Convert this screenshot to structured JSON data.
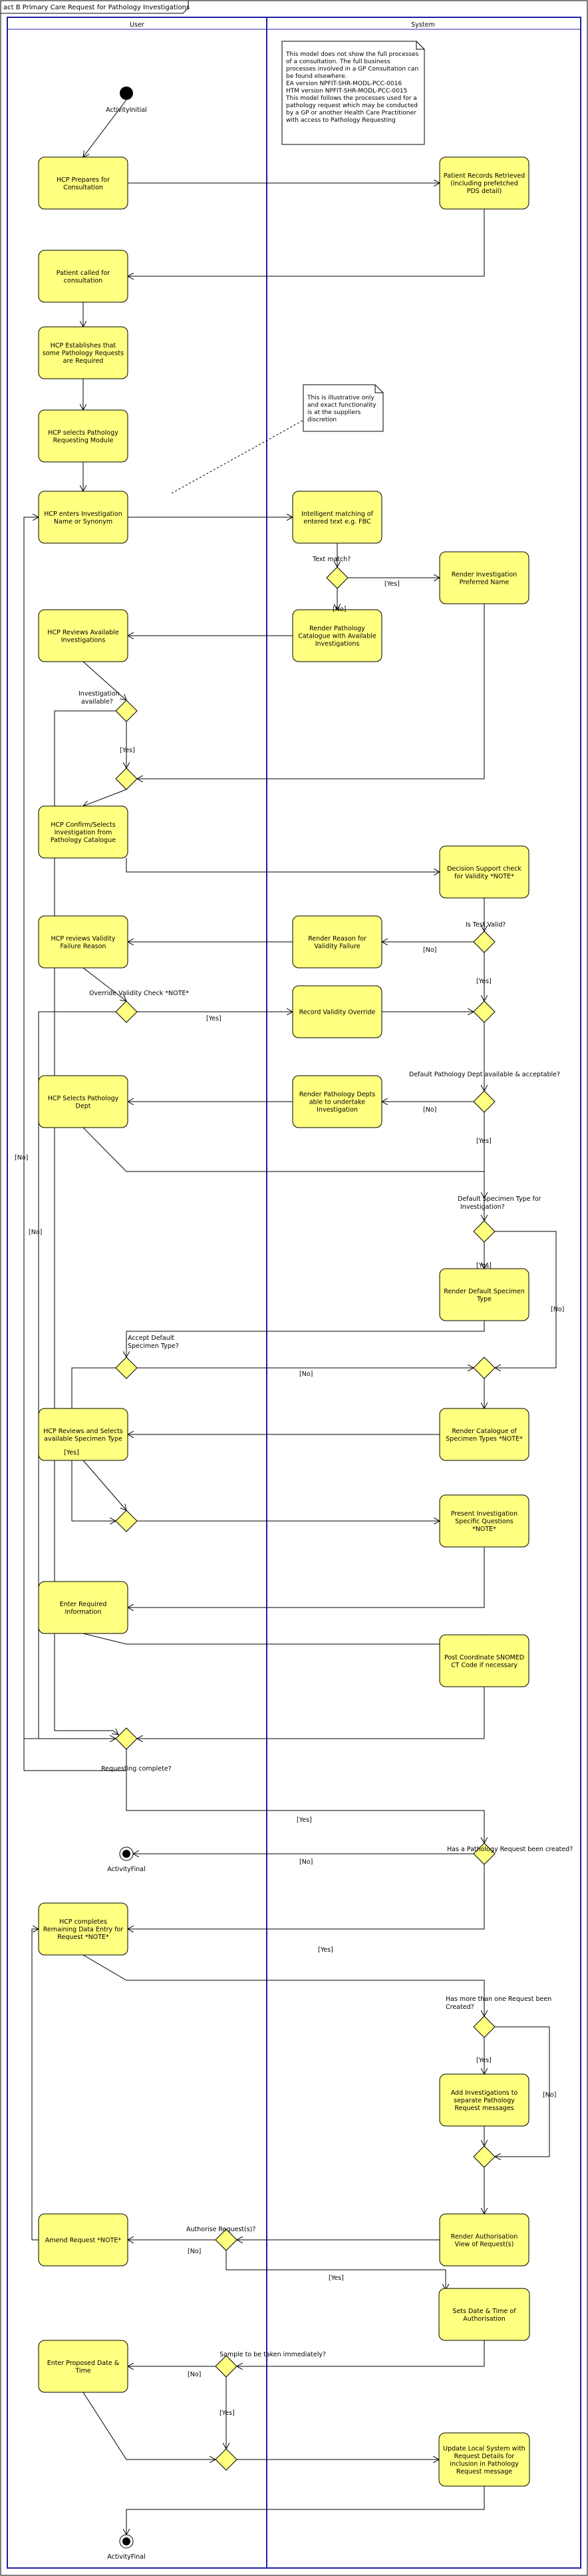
{
  "diagram": {
    "title": "act B Primary Care Request for Pathology Investigations",
    "swimlanes": [
      "User",
      "System"
    ],
    "activities": {
      "a1": [
        "HCP Prepares for",
        "Consultation"
      ],
      "a2": [
        "Patient Records Retrieved",
        "(including prefetched",
        "PDS detail)"
      ],
      "a3": [
        "Patient called for",
        "consultation"
      ],
      "a4": [
        "HCP Establishes that",
        "some Pathology Requests",
        "are Required"
      ],
      "a5": [
        "HCP selects Pathology",
        "Requesting Module"
      ],
      "a6": [
        "HCP enters Investigation",
        "Name or Synonym"
      ],
      "a7": [
        "Intelligent matching of",
        "entered text e.g. FBC"
      ],
      "a8": [
        "Render Investigation",
        "Preferred Name"
      ],
      "a9": [
        "HCP Reviews Available",
        "Investigations"
      ],
      "a10": [
        "Render Pathology",
        "Catalogue with Available",
        "Investigations"
      ],
      "a11": [
        "HCP Confirm/Selects",
        "Investigation from",
        "Pathology Catalogue"
      ],
      "a12": [
        "Decision Support check",
        "for Validity *NOTE*"
      ],
      "a13": [
        "HCP reviews Validity",
        "Failure Reason"
      ],
      "a14": [
        "Render Reason for",
        "Validity Failure"
      ],
      "a15": [
        "Record Validity Override"
      ],
      "a16": [
        "HCP Selects Pathology",
        "Dept"
      ],
      "a17": [
        "Render Pathology Depts",
        "able to undertake",
        "Investigation"
      ],
      "a18": [
        "Render Default Specimen",
        "Type"
      ],
      "a19": [
        "HCP Reviews and Selects",
        "available Specimen Type"
      ],
      "a20": [
        "Render Catalogue of",
        "Specimen Types *NOTE*"
      ],
      "a21": [
        "Present Investigation",
        "Specific Questions",
        "*NOTE*"
      ],
      "a22": [
        "Enter Required",
        "Information"
      ],
      "a23": [
        "Post Coordinate SNOMED",
        "CT Code if necessary"
      ],
      "a24": [
        "HCP completes",
        "Remaining Data Entry for",
        "Request *NOTE*"
      ],
      "a25": [
        "Add Investigations to",
        "separate Pathology",
        "Request messages"
      ],
      "a26": [
        "Render Authorisation",
        "View of Request(s)"
      ],
      "a27": [
        "Amend Request *NOTE*"
      ],
      "a28": [
        "Sets Date & Time of",
        "Authorisation"
      ],
      "a29": [
        "Enter Proposed Date &",
        "Time"
      ],
      "a30": [
        "Update Local System with",
        "Request Details for",
        "inclusion in Pathology",
        "Request message"
      ]
    },
    "notes": {
      "n1": [
        "This model does not show the full processes",
        "of a consultation.  The full business",
        "processes involved in a GP Consultation can",
        "be found elsewhere.",
        "EA version NPFIT-SHR-MODL-PCC-0016",
        "HTM version NPFIT-SHR-MODL-PCC-0015",
        "This model  follows the processes used for a",
        "pathology request which may be conducted",
        "by a GP or another Health Care Practitioner",
        "with access to Pathology Requesting"
      ],
      "n2": [
        "This is illustrative only",
        "and exact functionality",
        "is at the suppliers",
        "discretion"
      ]
    },
    "labels": {
      "initial": "ActivityInitial",
      "final1": "ActivityFinal",
      "final2": "ActivityFinal",
      "text_match": "Text match?",
      "yes_match": "[Yes]",
      "no_match": "[No]",
      "inv_available": "Investigation",
      "inv_available2": "available?",
      "yes_avail": "[Yes]",
      "no_avail": "[No]",
      "is_test_valid": "Is Test Valid?",
      "no_valid": "[No]",
      "yes_valid": "[Yes]",
      "override": "Override Validity Check *NOTE*",
      "yes_override": "[Yes]",
      "no_override": "[No]",
      "default_dept": "Default Pathology Dept available & acceptable?",
      "no_dept": "[No]",
      "yes_dept": "[Yes]",
      "default_spec": "Default Specimen Type for",
      "default_spec2": "Investigation?",
      "yes_spec": "[Yes]",
      "no_spec": "[No]",
      "accept_spec": "Accept Default",
      "accept_spec2": "Specimen Type?",
      "no_accept": "[No]",
      "yes_accept": "[Yes]",
      "req_complete": "Requesting complete?",
      "yes_complete": "[Yes]",
      "no_complete": "[No]",
      "has_request": "Has a Pathology Request been created?",
      "no_request": "[No]",
      "yes_request": "[Yes]",
      "more_than_one": "Has more than one Request been",
      "more_than_one2": "Created?",
      "yes_more": "[Yes]",
      "no_more": "[No]",
      "authorise": "Authorise Request(s)?",
      "no_auth": "[No]",
      "yes_auth": "[Yes]",
      "sample": "Sample to be taken immediately?",
      "no_sample": "[No]",
      "yes_sample": "[Yes]"
    }
  }
}
